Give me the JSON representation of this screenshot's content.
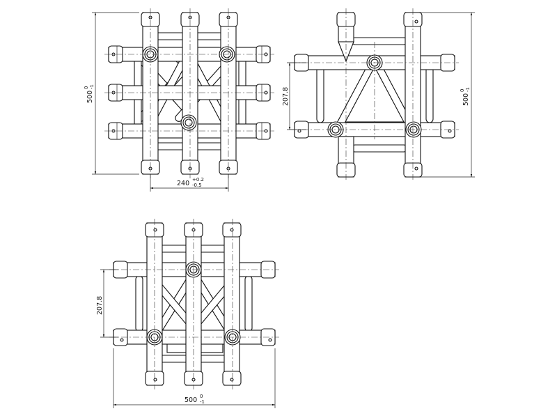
{
  "views": {
    "top": {
      "height_dim": {
        "value": "500",
        "tol_upper": "0",
        "tol_lower": "-1"
      },
      "width_dim": {
        "value": "240",
        "tol_upper": "+0.2",
        "tol_lower": "-0.5"
      }
    },
    "side": {
      "height_dim": {
        "value": "500",
        "tol_upper": "0",
        "tol_lower": "-1"
      },
      "offset_dim": {
        "value": "207.8"
      }
    },
    "front": {
      "width_dim": {
        "value": "500",
        "tol_upper": "0",
        "tol_lower": "-1"
      },
      "offset_dim": {
        "value": "207.8"
      }
    }
  }
}
